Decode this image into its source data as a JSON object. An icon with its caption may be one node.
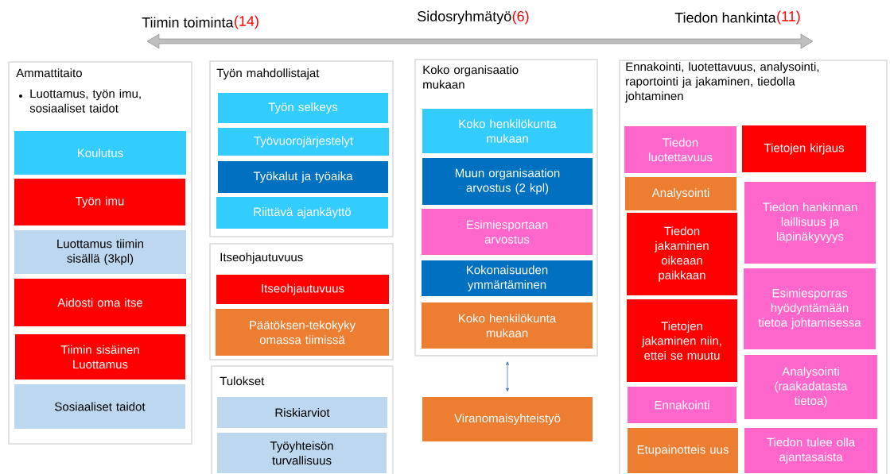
{
  "diagram": {
    "nodes": [
      {
        "text": [
          "Ammattitaito",
          "Luottamus, työn imu, sosiaaliset taidot"
        ]
      },
      {
        "text": [
          "Koulutus"
        ],
        "in": 0
      },
      {
        "text": [
          "Työn imu"
        ],
        "in": 0
      },
      {
        "text": [
          "Luottamus tiimin sisällä (3kpl)"
        ],
        "in": 0
      },
      {
        "text": [
          "Aidosti oma itse"
        ],
        "in": 0
      },
      {
        "text": [
          "Tiimin sisäinen Luottamus"
        ],
        "in": 0
      },
      {
        "text": [
          "Sosiaaliset taidot"
        ],
        "in": 0
      },
      {
        "text": [
          "Työn mahdollistajat"
        ]
      },
      {
        "text": [
          "Työn selkeys"
        ],
        "in": 7
      },
      {
        "text": [
          "Työvuorojärjestelyt"
        ],
        "in": 7
      },
      {
        "text": [
          "Työkalut ja työaika"
        ],
        "in": 7
      },
      {
        "text": [
          "Riittävä ajankäyttö"
        ],
        "in": 7
      },
      {
        "text": [
          "Itseohjautuvuus"
        ]
      },
      {
        "text": [
          "Itseohjautuvuus"
        ],
        "in": 12
      },
      {
        "text": [
          "Päätöksen-tekokyky omassa tiimissä"
        ],
        "in": 12
      },
      {
        "text": [
          "Tulokset"
        ]
      },
      {
        "text": [
          "Riskiarviot"
        ],
        "in": 15
      },
      {
        "text": [
          "Työyhteisön turvallisuus"
        ],
        "in": 15
      },
      {
        "text": [
          "Koko organisaatio mukaan"
        ]
      },
      {
        "text": [
          "Koko henkilökunta mukaan"
        ],
        "in": 18
      },
      {
        "text": [
          "Muun organisaation arvostus (2 kpl)"
        ],
        "in": 18
      },
      {
        "text": [
          "Esimiesportaan arvostus"
        ],
        "in": 18
      },
      {
        "text": [
          "Kokonaisuuden ymmärtäminen"
        ],
        "in": 18
      },
      {
        "text": [
          "Koko henkilökunta mukaan"
        ],
        "in": 18
      },
      {
        "text": [
          "Viranomaisyhteistyö"
        ]
      },
      {
        "text": [
          "Ennakointi, luotettavuus, analysointi, raportointi ja jakaminen, tiedolla johtaminen"
        ]
      },
      {
        "text": [
          "Tiedon luotettavuus"
        ],
        "in": 25
      },
      {
        "text": [
          "Tietojen kirjaus"
        ],
        "in": 25
      },
      {
        "text": [
          "Analysointi"
        ],
        "in": 25
      },
      {
        "text": [
          "Tiedon hankinnan laillisuus ja läpinäkyvyys"
        ],
        "in": 25
      },
      {
        "text": [
          "Tiedon jakaminen oikeaan paikkaan"
        ],
        "in": 25
      },
      {
        "text": [
          "Esimiesporras hyödyntämään tietoa johtamisessa"
        ],
        "in": 25
      },
      {
        "text": [
          "Tietojen jakaminen niin, ettei se muutu"
        ],
        "in": 25
      },
      {
        "text": [
          "Analysointi (raakadatasta tietoa)"
        ],
        "in": 25
      },
      {
        "text": [
          "Ennakointi"
        ],
        "in": 25
      },
      {
        "text": [
          "Etupainotteis uus"
        ],
        "in": 25
      },
      {
        "text": [
          "Tiedon tulee olla ajantasaista"
        ],
        "in": 25
      }
    ],
    "edges": [
      {
        "from": 18,
        "to": 24,
        "arrow": "both"
      }
    ],
    "labels": [
      "Tiimin toiminta",
      "(14)",
      "Sidosryhmätyö",
      "(6)",
      "Tiedon hankinta",
      "(11)"
    ]
  }
}
